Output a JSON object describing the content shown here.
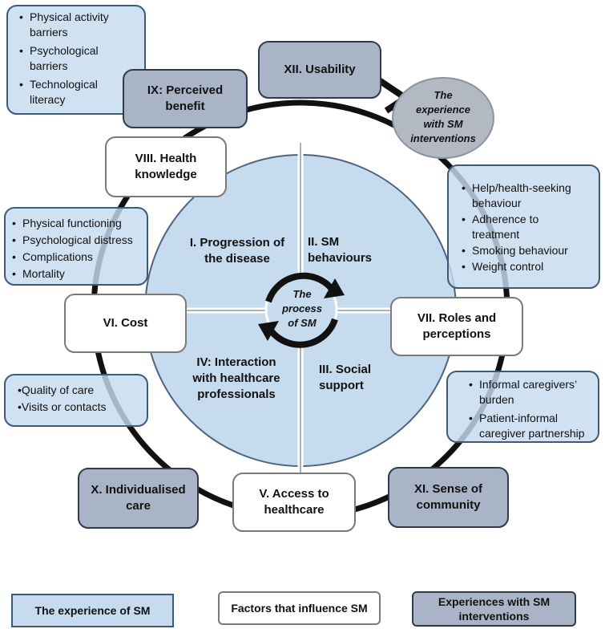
{
  "center": {
    "line1": "The",
    "line2": "process",
    "line3": "of SM"
  },
  "experience_ellipse": {
    "line1": "The",
    "line2": "experience",
    "line3": "with SM",
    "line4": "interventions"
  },
  "quadrants": {
    "q1": {
      "line1": "I. Progression of",
      "line2": "the disease"
    },
    "q2": {
      "line1": "II. SM",
      "line2": "behaviours"
    },
    "q3": {
      "line1": "III. Social",
      "line2": "support"
    },
    "q4": {
      "line1": "IV: Interaction",
      "line2": "with healthcare",
      "line3": "professionals"
    }
  },
  "factors": {
    "access": {
      "line1": "V. Access to",
      "line2": "healthcare"
    },
    "cost": {
      "line1": "VI. Cost"
    },
    "roles": {
      "line1": "VII. Roles and",
      "line2": "perceptions"
    },
    "health_knowledge": {
      "line1": "VIII. Health",
      "line2": "knowledge"
    }
  },
  "interventions": {
    "perceived_benefit": {
      "line1": "IX: Perceived",
      "line2": "benefit"
    },
    "individualised": {
      "line1": "X. Individualised",
      "line2": "care"
    },
    "community": {
      "line1": "XI. Sense of",
      "line2": "community"
    },
    "usability": {
      "line1": "XII. Usability"
    }
  },
  "lists": {
    "barriers": [
      "Physical activity",
      "barriers",
      "Psychological",
      "barriers",
      "Technological",
      "literacy"
    ],
    "progression": [
      "Physical functioning",
      "Psychological distress",
      "Complications",
      "Mortality"
    ],
    "behaviours": [
      "Help/health-seeking",
      "behaviour",
      "Adherence to",
      "treatment",
      "Smoking behaviour",
      "Weight control"
    ],
    "cost": [
      "•Quality of care",
      "•Visits or contacts"
    ],
    "social": [
      "Informal caregivers’",
      "burden",
      "Patient-informal",
      "caregiver partnership"
    ]
  },
  "legend": {
    "experience": "The experience of SM",
    "factors": "Factors that influence SM",
    "interventions": {
      "line1": "Experiences with SM",
      "line2": "interventions"
    }
  },
  "colors": {
    "light_blue": "#c6dbee",
    "dark_blue_grey": "#a9b4c7",
    "ellipse_grey": "#b3b9c2",
    "outer_ring": "#111111"
  }
}
